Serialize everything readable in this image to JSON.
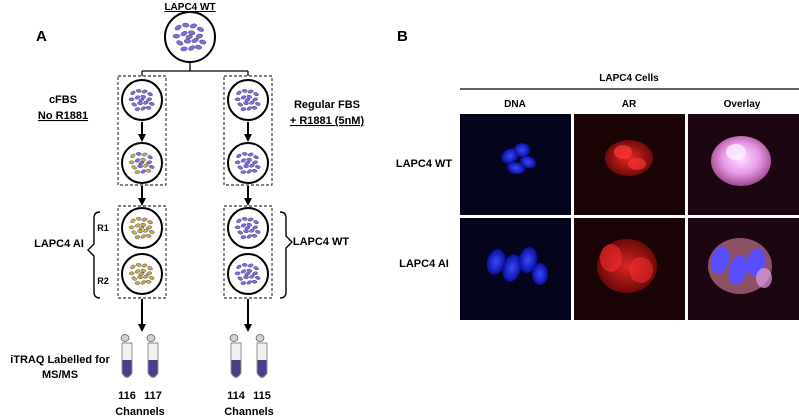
{
  "panel_a": {
    "panel_label": "A",
    "top_label": "LAPC4 WT",
    "left_condition": {
      "line1": "cFBS",
      "line2": "No R1881"
    },
    "right_condition": {
      "line1": "Regular FBS",
      "line2": "+ R1881 (5nM)"
    },
    "left_group_label": "LAPC4 AI",
    "right_group_label": "LAPC4 WT",
    "replicates": [
      "R1",
      "R2"
    ],
    "itraq_label": {
      "line1": "iTRAQ Labelled for",
      "line2": "MS/MS"
    },
    "channels_left": [
      "116",
      "117"
    ],
    "channels_right": [
      "114",
      "115"
    ],
    "channels_word": "Channels",
    "colors": {
      "wt_cell": "#7b6fd8",
      "ai_cell": "#c7b13c",
      "tube_fill": "#4a3f8a"
    }
  },
  "panel_b": {
    "panel_label": "B",
    "header": "LAPC4 Cells",
    "columns": [
      "DNA",
      "AR",
      "Overlay"
    ],
    "rows": [
      "LAPC4 WT",
      "LAPC4 AI"
    ],
    "colors": {
      "dna": "#1e2cff",
      "ar": "#e01818",
      "overlay": "#e8a0ff"
    }
  }
}
